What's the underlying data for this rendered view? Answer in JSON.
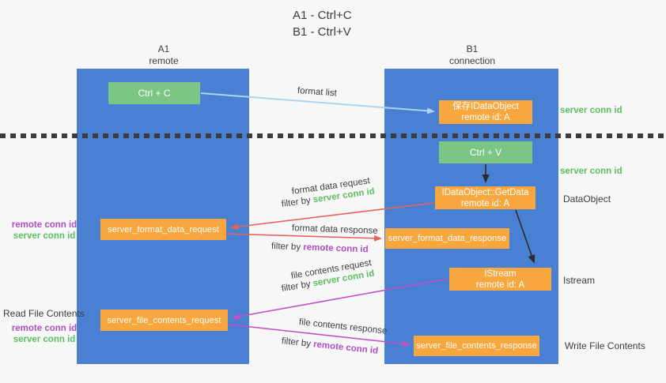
{
  "title": {
    "line1": "A1 - Ctrl+C",
    "line2": "B1 - Ctrl+V"
  },
  "columns": {
    "left": {
      "name": "A1",
      "subtitle": "remote"
    },
    "right": {
      "name": "B1",
      "subtitle": "connection"
    }
  },
  "nodes": {
    "ctrl_c": "Ctrl + C",
    "save_idataobject": {
      "line1": "保存IDataObject",
      "line2": "remote id: A"
    },
    "ctrl_v": "Ctrl + V",
    "getdata": {
      "line1": "IDataObject::GetData",
      "line2": "remote id: A"
    },
    "server_format_data_request": "server_format_data_request",
    "server_format_data_response": "server_format_data_response",
    "istream": {
      "line1": "IStream",
      "line2": "remote id: A"
    },
    "server_file_contents_request": "server_file_contents_request",
    "server_file_contents_response": "server_file_contents_response"
  },
  "terms": {
    "filter_by": "filter by ",
    "server_conn_id": "server conn id",
    "remote_conn_id": "remote conn id"
  },
  "flow_labels": {
    "format_list": "format list",
    "format_data_request": "format data request",
    "format_data_response": "format data response",
    "file_contents_request": "file contents request",
    "file_contents_response": "file contents response"
  },
  "side_labels": {
    "dataobject": "DataObject",
    "istream": "Istream",
    "read_file_contents": "Read File Contents",
    "write_file_contents": "Write File Contents"
  },
  "colors": {
    "column_blue": "#4a80d3",
    "node_green": "#7cc685",
    "node_orange": "#f7a73e",
    "server_conn_green": "#5cbf60",
    "remote_conn_purple": "#ae4fc0",
    "arrow_format_list_blue": "#aad6f2",
    "arrow_format_red": "#e8625b",
    "arrow_file_magenta": "#c44fc4",
    "arrow_black": "#2b2b2b"
  }
}
